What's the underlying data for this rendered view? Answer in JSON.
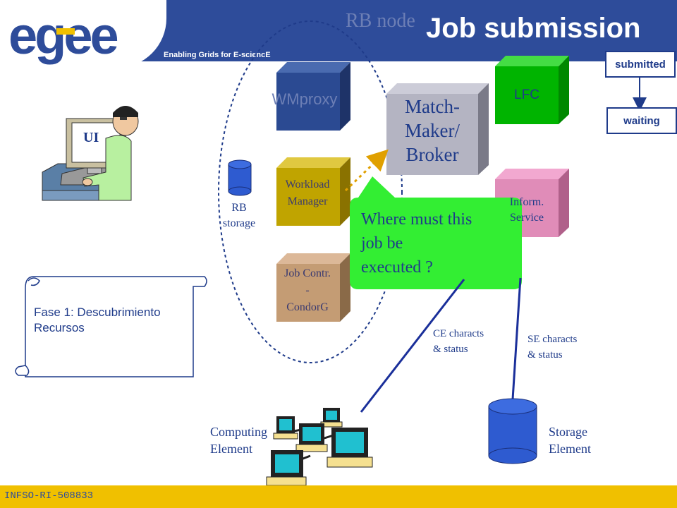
{
  "header": {
    "logo_text": "egee",
    "tagline": "Enabling Grids for E-sciencE",
    "title": "Job submission",
    "watermark": "RB node"
  },
  "colors": {
    "header_blue": "#2e4c9a",
    "footer_yellow": "#f0c000",
    "logo_blue": "#2e4c9a",
    "logo_yellow": "#f0c000",
    "callout_green": "#33ee33",
    "text_blue": "#1f3b8a"
  },
  "states": {
    "submitted": "submitted",
    "waiting": "waiting"
  },
  "ui_label": "UI",
  "rb_storage": {
    "line1": "RB",
    "line2": "storage"
  },
  "components": {
    "wmproxy": "WMproxy",
    "workload_manager": [
      "Workload",
      "Manager"
    ],
    "job_controller": [
      "Job Contr.",
      "-",
      "CondorG"
    ],
    "matchmaker": [
      "Match-",
      "Maker/",
      "Broker"
    ],
    "lfc": "LFC",
    "inform_service": [
      "Inform.",
      "Service"
    ]
  },
  "callout": {
    "lines": [
      "Where must this",
      "job be",
      "executed ?"
    ]
  },
  "scroll": {
    "line1": "Fase 1: Descubrimiento",
    "line2": "Recursos"
  },
  "edge_labels": {
    "ce": [
      "CE characts",
      "& status"
    ],
    "se": [
      "SE characts",
      "& status"
    ]
  },
  "computing_element": [
    "Computing",
    "Element"
  ],
  "storage_element": [
    "Storage",
    "Element"
  ],
  "footer": {
    "id": "INFSO-RI-508833"
  },
  "icons": {
    "user_workstation": "user-at-computer-icon",
    "database": "database-cylinder-icon",
    "computers": "computer-cluster-icon"
  }
}
